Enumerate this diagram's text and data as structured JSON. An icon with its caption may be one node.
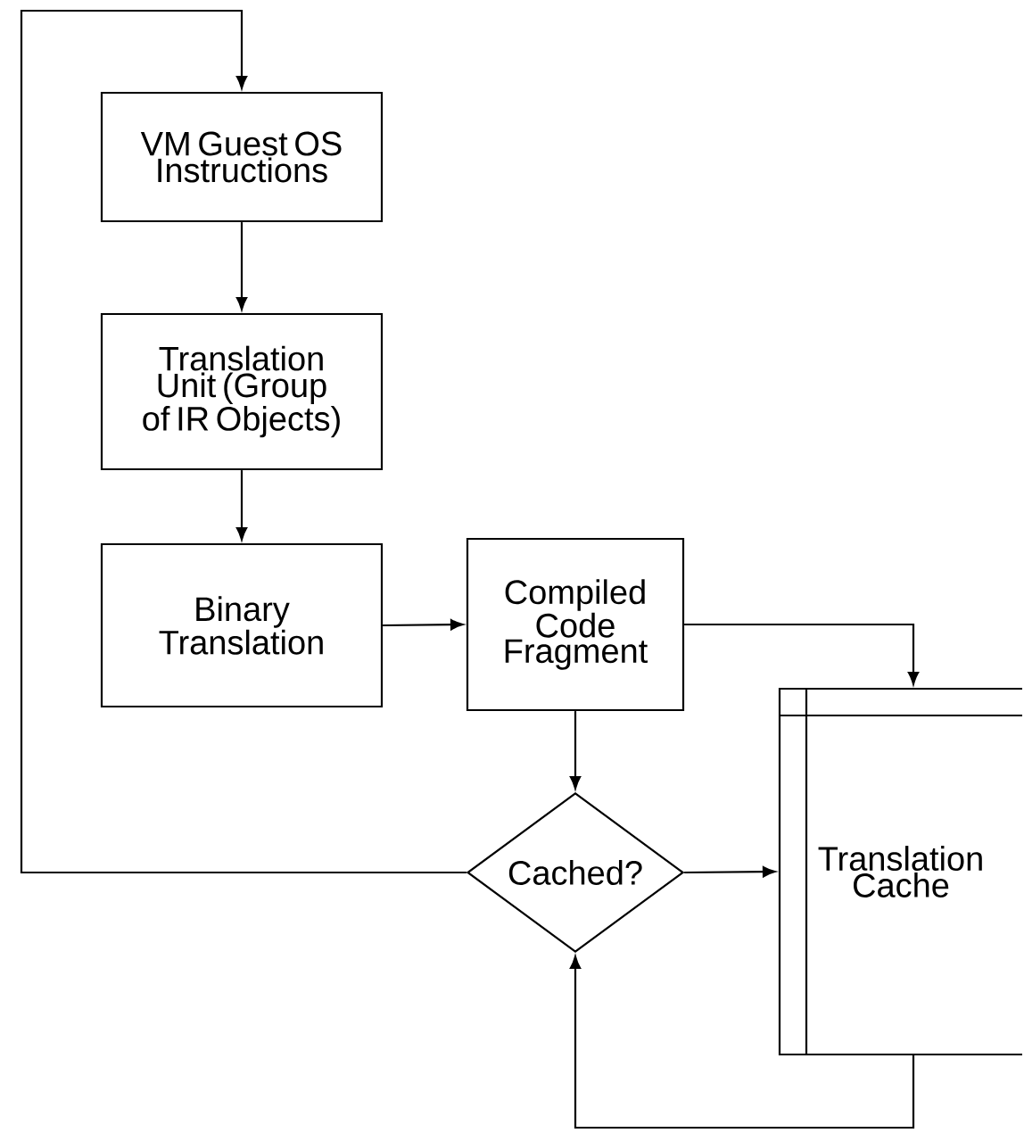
{
  "diagram": {
    "nodes": [
      {
        "text": [
          "VM Guest OS Instructions"
        ]
      },
      {
        "text": [
          "Translation Unit (Group of IR Objects)"
        ]
      },
      {
        "text": [
          "Binary Translation"
        ]
      },
      {
        "text": [
          "Compiled Code Fragment"
        ]
      },
      {
        "text": [
          "Cached?"
        ]
      },
      {
        "text": [
          "Translation Cache"
        ]
      }
    ],
    "edges": [
      {
        "from": 0,
        "to": 1,
        "arrow": "to"
      },
      {
        "from": 1,
        "to": 2,
        "arrow": "to"
      },
      {
        "from": 2,
        "to": 3,
        "arrow": "to"
      },
      {
        "from": 3,
        "to": 5,
        "arrow": "to"
      },
      {
        "from": 3,
        "to": 4,
        "arrow": "to"
      },
      {
        "from": 4,
        "to": 5,
        "arrow": "to"
      },
      {
        "from": 5,
        "to": 4,
        "arrow": "to"
      },
      {
        "from": 4,
        "to": 0,
        "arrow": "to"
      }
    ]
  }
}
